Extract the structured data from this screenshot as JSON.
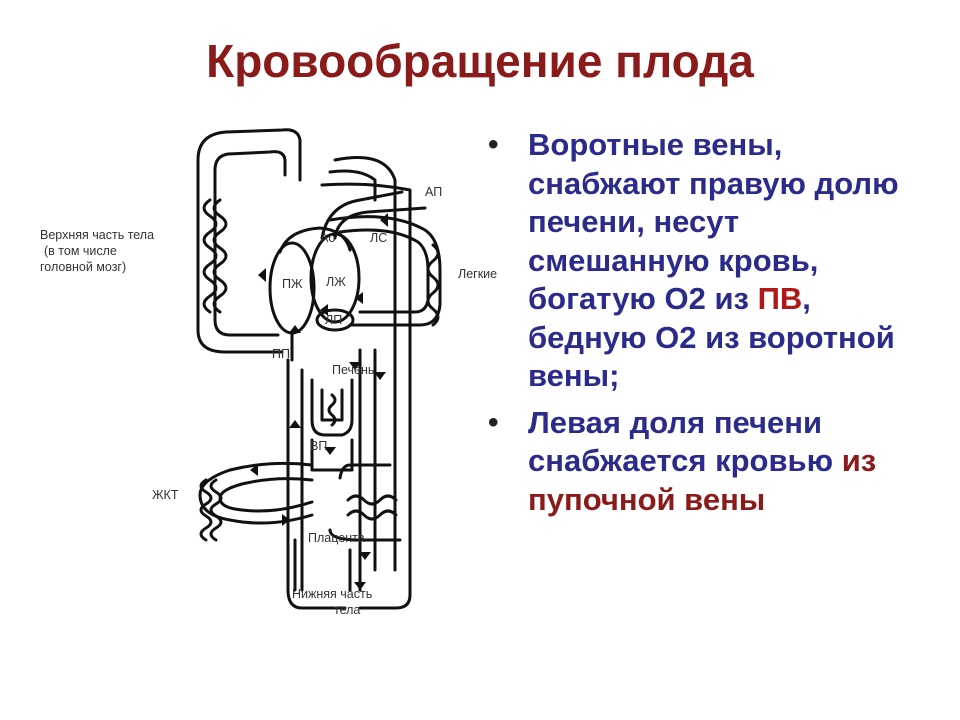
{
  "slide": {
    "title": "Кровообращение плода",
    "diagram": {
      "labels": {
        "upper_body_1": "Верхняя часть тела",
        "upper_body_2": "(в том числе",
        "upper_body_3": "головной мозг)",
        "ap": "АП",
        "ao": "Ао",
        "ls": "ЛС",
        "pzh": "ПЖ",
        "lzh": "ЛЖ",
        "lp": "ЛП",
        "pp": "ПП",
        "lungs": "Легкие",
        "liver": "Печень",
        "vp": "ВП",
        "zhkt": "ЖКТ",
        "placenta": "Плацента",
        "lower_body_1": "Нижняя часть",
        "lower_body_2": "тела"
      }
    },
    "bullets": [
      {
        "marker": "•",
        "text_1": "Воротные вены, снабжают правую долю печени, несут смешанную кровь, богатую О2 из ",
        "highlight": "ПВ",
        "text_2": ", бедную О2 из воротной вены;"
      },
      {
        "marker": "•",
        "text_1": "Левая доля печени снабжается кровью ",
        "text_2": "из пупочной вены"
      }
    ],
    "colors": {
      "title": "#8b1a1a",
      "bullet_text": "#2b2b8c",
      "highlight": "#b01818"
    }
  }
}
